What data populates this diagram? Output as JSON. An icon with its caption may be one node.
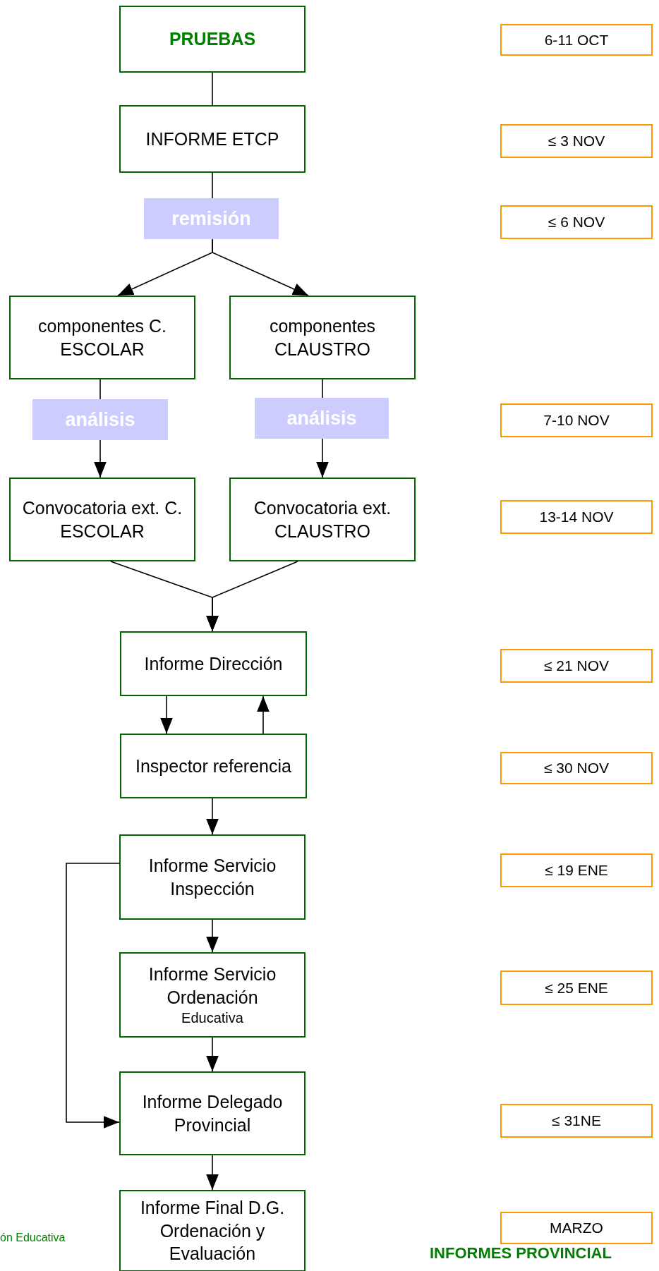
{
  "diagram": {
    "nodes": [
      {
        "text": [
          "PRUEBAS"
        ]
      },
      {
        "text": [
          "6-11 OCT"
        ]
      },
      {
        "text": [
          "INFORME ETCP"
        ]
      },
      {
        "text": [
          "≤ 3 NOV"
        ]
      },
      {
        "text": [
          "remisión"
        ]
      },
      {
        "text": [
          "≤ 6 NOV"
        ]
      },
      {
        "text": [
          "componentes C. ESCOLAR"
        ]
      },
      {
        "text": [
          "componentes CLAUSTRO"
        ]
      },
      {
        "text": [
          "análisis"
        ]
      },
      {
        "text": [
          "análisis"
        ]
      },
      {
        "text": [
          "7-10 NOV"
        ]
      },
      {
        "text": [
          "Convocatoria ext. C. ESCOLAR"
        ]
      },
      {
        "text": [
          "Convocatoria ext. CLAUSTRO"
        ]
      },
      {
        "text": [
          "13-14 NOV"
        ]
      },
      {
        "text": [
          "Informe Dirección"
        ]
      },
      {
        "text": [
          "≤ 21 NOV"
        ]
      },
      {
        "text": [
          "Inspector referencia"
        ]
      },
      {
        "text": [
          "≤ 30 NOV"
        ]
      },
      {
        "text": [
          "Informe Servicio Inspección"
        ]
      },
      {
        "text": [
          "≤ 19 ENE"
        ]
      },
      {
        "text": [
          "Informe Servicio Ordenación",
          "Educativa"
        ]
      },
      {
        "text": [
          "≤ 25 ENE"
        ]
      },
      {
        "text": [
          "Informe Delegado Provincial"
        ]
      },
      {
        "text": [
          "≤ 31NE"
        ]
      },
      {
        "text": [
          "Informe Final D.G. Ordenación y Evaluación"
        ]
      },
      {
        "text": [
          "MARZO"
        ]
      }
    ],
    "edges": [
      {
        "from": 0,
        "to": 2,
        "arrow": "none"
      },
      {
        "from": 2,
        "to": 4,
        "arrow": "none"
      },
      {
        "from": 4,
        "to": 6,
        "arrow": "to"
      },
      {
        "from": 4,
        "to": 7,
        "arrow": "to"
      },
      {
        "from": 6,
        "to": 8,
        "arrow": "none"
      },
      {
        "from": 8,
        "to": 11,
        "arrow": "to"
      },
      {
        "from": 7,
        "to": 9,
        "arrow": "none"
      },
      {
        "from": 9,
        "to": 12,
        "arrow": "to"
      },
      {
        "from": 11,
        "to": 14,
        "arrow": "to"
      },
      {
        "from": 12,
        "to": 14,
        "arrow": "to"
      },
      {
        "from": 14,
        "to": 16,
        "arrow": "to"
      },
      {
        "from": 16,
        "to": 14,
        "arrow": "to"
      },
      {
        "from": 16,
        "to": 18,
        "arrow": "to"
      },
      {
        "from": 18,
        "to": 20,
        "arrow": "to"
      },
      {
        "from": 18,
        "to": 22,
        "arrow": "to"
      },
      {
        "from": 20,
        "to": 22,
        "arrow": "to"
      },
      {
        "from": 22,
        "to": 24,
        "arrow": "to"
      }
    ],
    "labels": [
      "ón Educativa",
      "INFORMES PROVINCIAL"
    ]
  }
}
